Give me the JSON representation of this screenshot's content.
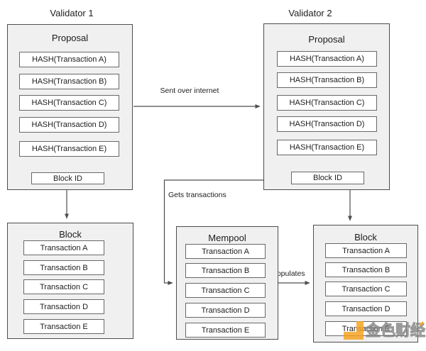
{
  "validator1": {
    "heading": "Validator 1",
    "title": "Proposal",
    "items": [
      "HASH(Transaction A)",
      "HASH(Transaction B)",
      "HASH(Transaction C)",
      "HASH(Transaction D)",
      "HASH(Transaction E)"
    ],
    "block_id": "Block ID"
  },
  "validator2": {
    "heading": "Validator 2",
    "title": "Proposal",
    "items": [
      "HASH(Transaction A)",
      "HASH(Transaction B)",
      "HASH(Transaction C)",
      "HASH(Transaction D)",
      "HASH(Transaction E)"
    ],
    "block_id": "Block ID"
  },
  "block_left": {
    "title": "Block",
    "items": [
      "Transaction A",
      "Transaction B",
      "Transaction C",
      "Transaction D",
      "Transaction E"
    ]
  },
  "mempool": {
    "title": "Mempool",
    "items": [
      "Transaction A",
      "Transaction B",
      "Transaction C",
      "Transaction D",
      "Transaction E"
    ]
  },
  "block_right": {
    "title": "Block",
    "items": [
      "Transaction A",
      "Transaction B",
      "Transaction C",
      "Transaction D",
      "Transaction E"
    ]
  },
  "edges": {
    "sent_over_internet": "Sent over internet",
    "gets_transactions": "Gets transactions",
    "populates": "populates"
  },
  "watermark": {
    "icon": "jinse-finance-logo",
    "text": "金色财经"
  },
  "colors": {
    "group_fill": "#f0f0f0",
    "group_border": "#4d4d4d",
    "item_fill": "#ffffff",
    "item_border": "#686868",
    "line": "#4d4d4d",
    "text": "#1c1c1c",
    "watermark_orange": "#f5a11d",
    "watermark_stroke": "#8a8a8a"
  }
}
